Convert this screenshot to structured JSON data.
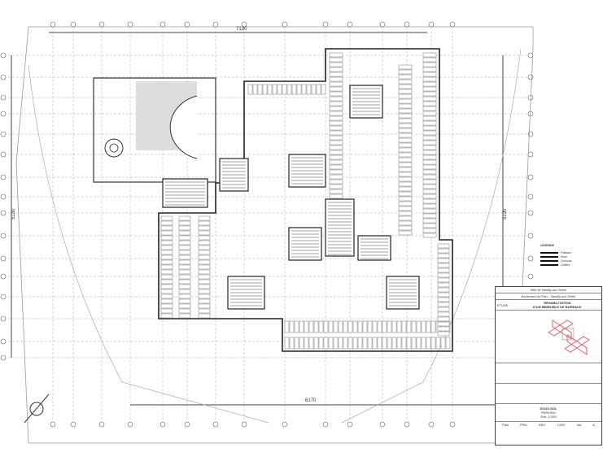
{
  "drawing": {
    "dimensions": {
      "top": "7130",
      "bottom": "6170",
      "left": "5130",
      "right": "5130"
    },
    "stroke_color": "#555555",
    "hatch_color": "#cccccc",
    "accent_color": "#e06070"
  },
  "legend": {
    "title": "LEGENDE",
    "items": [
      "Poteaux",
      "Murs",
      "Cloisons",
      "Limites"
    ]
  },
  "title_block": {
    "client": "Ville de Neuilly-sur-Seine",
    "address": "Boulevard du Parc - Neuilly-sur-Seine",
    "project_line1": "REHABILITATION",
    "project_line2": "D'UN IMMEUBLE DE BUREAUX",
    "phase": "ETUDE",
    "level_title": "SOUS-SOL",
    "level_sub": "PARKING",
    "scale_note": "Ech. 1/200",
    "footer": [
      "Plan",
      "PRO",
      "ARC",
      "1/200",
      "Ind",
      "A"
    ]
  }
}
